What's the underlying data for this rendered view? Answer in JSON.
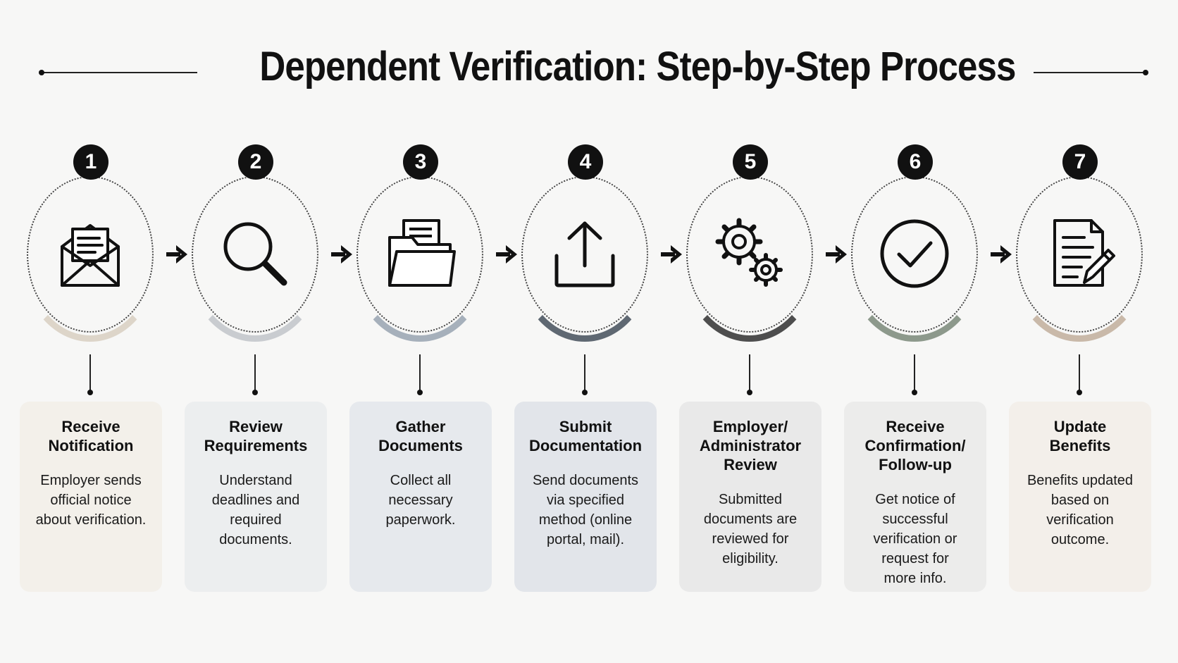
{
  "title": "Dependent Verification: Step-by-Step Process",
  "steps": [
    {
      "number": "1",
      "title": "Receive\nNotification",
      "description": "Employer sends\nofficial notice\nabout verification.",
      "icon": "envelope-letter-icon",
      "arc_color": "#ddd5c9",
      "card_color": "#f3f0ea"
    },
    {
      "number": "2",
      "title": "Review\nRequirements",
      "description": "Understand\ndeadlines and\nrequired\ndocuments.",
      "icon": "magnifier-icon",
      "arc_color": "#c9ccd0",
      "card_color": "#eceeef"
    },
    {
      "number": "3",
      "title": "Gather\nDocuments",
      "description": "Collect all\nnecessary\npaperwork.",
      "icon": "folder-documents-icon",
      "arc_color": "#a6b0bb",
      "card_color": "#e6e9ed"
    },
    {
      "number": "4",
      "title": "Submit\nDocumentation",
      "description": "Send documents\nvia specified\nmethod (online\nportal, mail).",
      "icon": "upload-icon",
      "arc_color": "#5f6872",
      "card_color": "#e2e5ea"
    },
    {
      "number": "5",
      "title": "Employer/\nAdministrator\nReview",
      "description": "Submitted\ndocuments are\nreviewed for\neligibility.",
      "icon": "gears-icon",
      "arc_color": "#4e4e4e",
      "card_color": "#e9e9e9"
    },
    {
      "number": "6",
      "title": "Receive\nConfirmation/\nFollow-up",
      "description": "Get notice of\nsuccessful\nverification or\nrequest for\nmore info.",
      "icon": "checkmark-circle-icon",
      "arc_color": "#8d998c",
      "card_color": "#ececeb"
    },
    {
      "number": "7",
      "title": "Update\nBenefits",
      "description": "Benefits updated\nbased on\nverification\noutcome.",
      "icon": "document-pencil-icon",
      "arc_color": "#c9b9a9",
      "card_color": "#f3efea"
    }
  ]
}
